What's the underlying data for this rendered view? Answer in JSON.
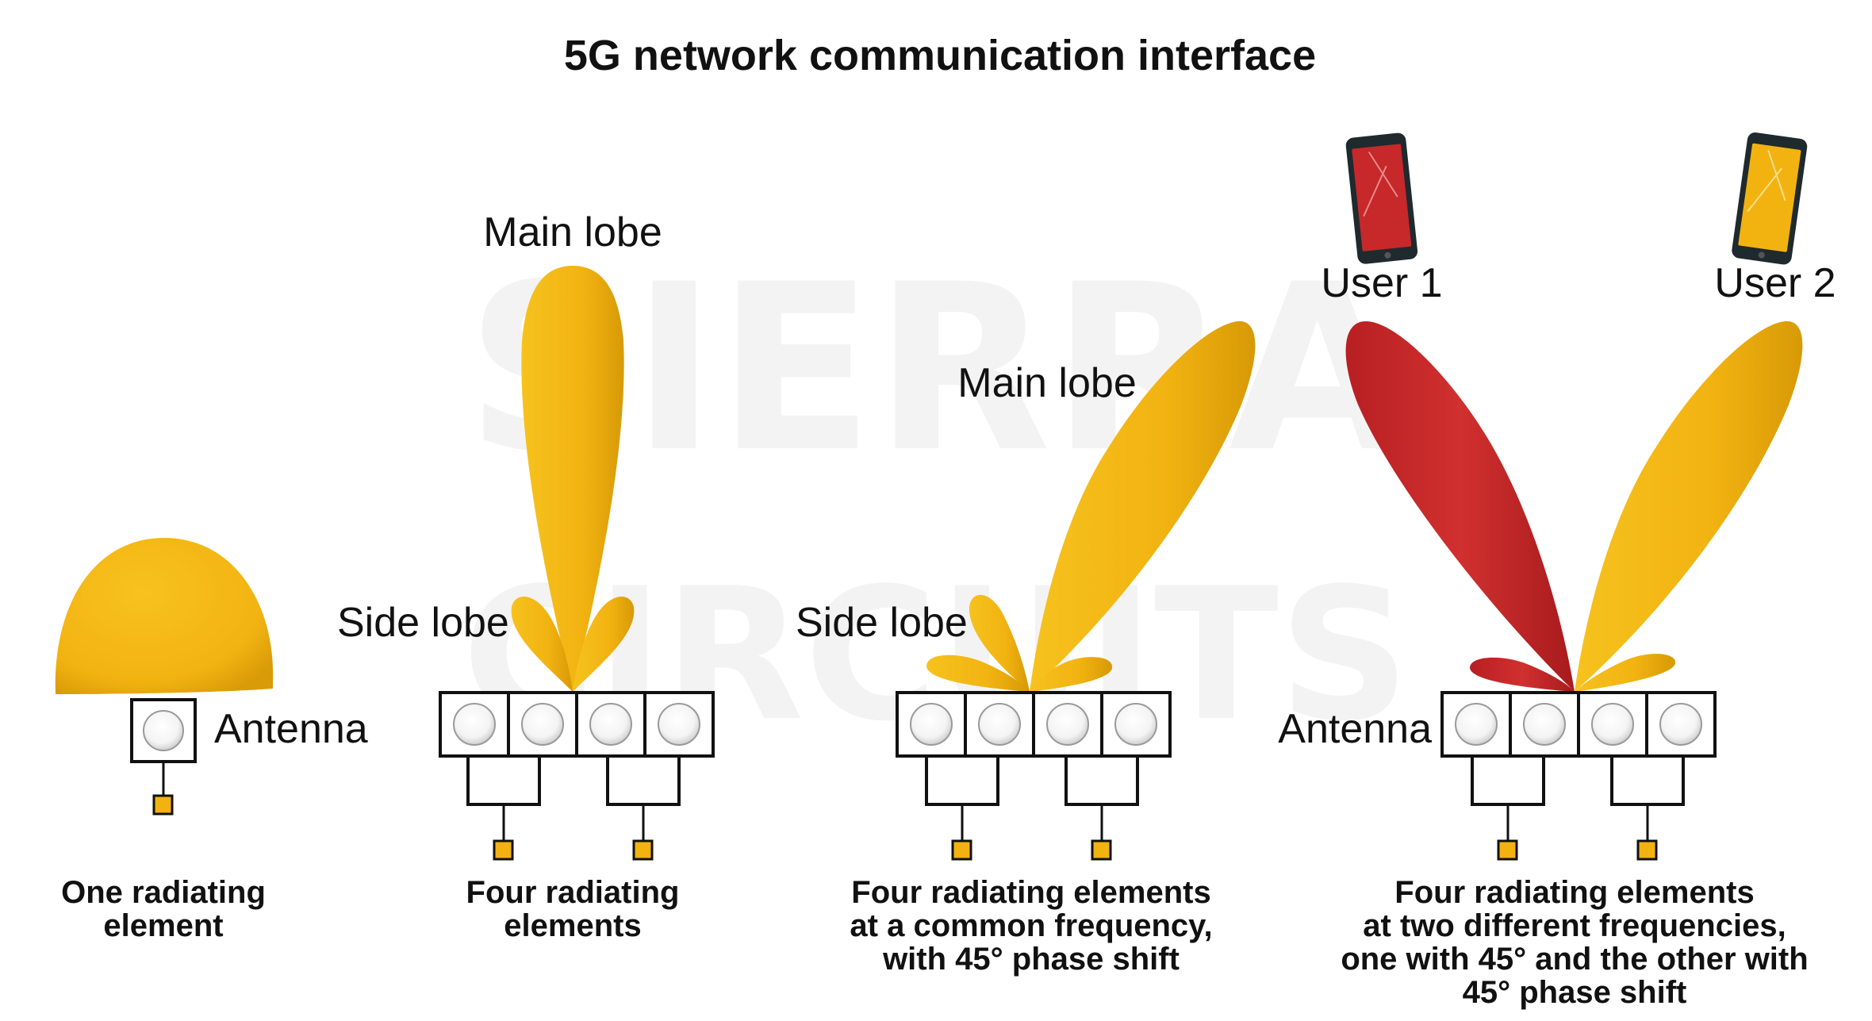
{
  "title": "5G network communication interface",
  "watermark": {
    "line1": "SIERRA",
    "line2": "CIRCUITS"
  },
  "colors": {
    "yellow": "#f2b311",
    "red": "#c7282a",
    "dark": "#111111",
    "watermark": "#f2f2f2"
  },
  "icons": {
    "user1_phone": "smartphone-red-icon",
    "user2_phone": "smartphone-yellow-icon"
  },
  "panels": [
    {
      "id": "single",
      "label_antenna": "Antenna",
      "caption": [
        "One radiating",
        "element"
      ]
    },
    {
      "id": "four",
      "label_main": "Main lobe",
      "label_side": "Side lobe",
      "caption": [
        "Four radiating",
        "elements"
      ]
    },
    {
      "id": "phased",
      "label_main": "Main lobe",
      "label_side": "Side lobe",
      "caption": [
        "Four radiating elements",
        "at a common frequency,",
        "with 45° phase shift"
      ]
    },
    {
      "id": "multi",
      "label_antenna": "Antenna",
      "user1": "User 1",
      "user2": "User 2",
      "caption": [
        "Four radiating elements",
        "at two different frequencies,",
        "one with 45° and the other with",
        "45° phase shift"
      ]
    }
  ]
}
